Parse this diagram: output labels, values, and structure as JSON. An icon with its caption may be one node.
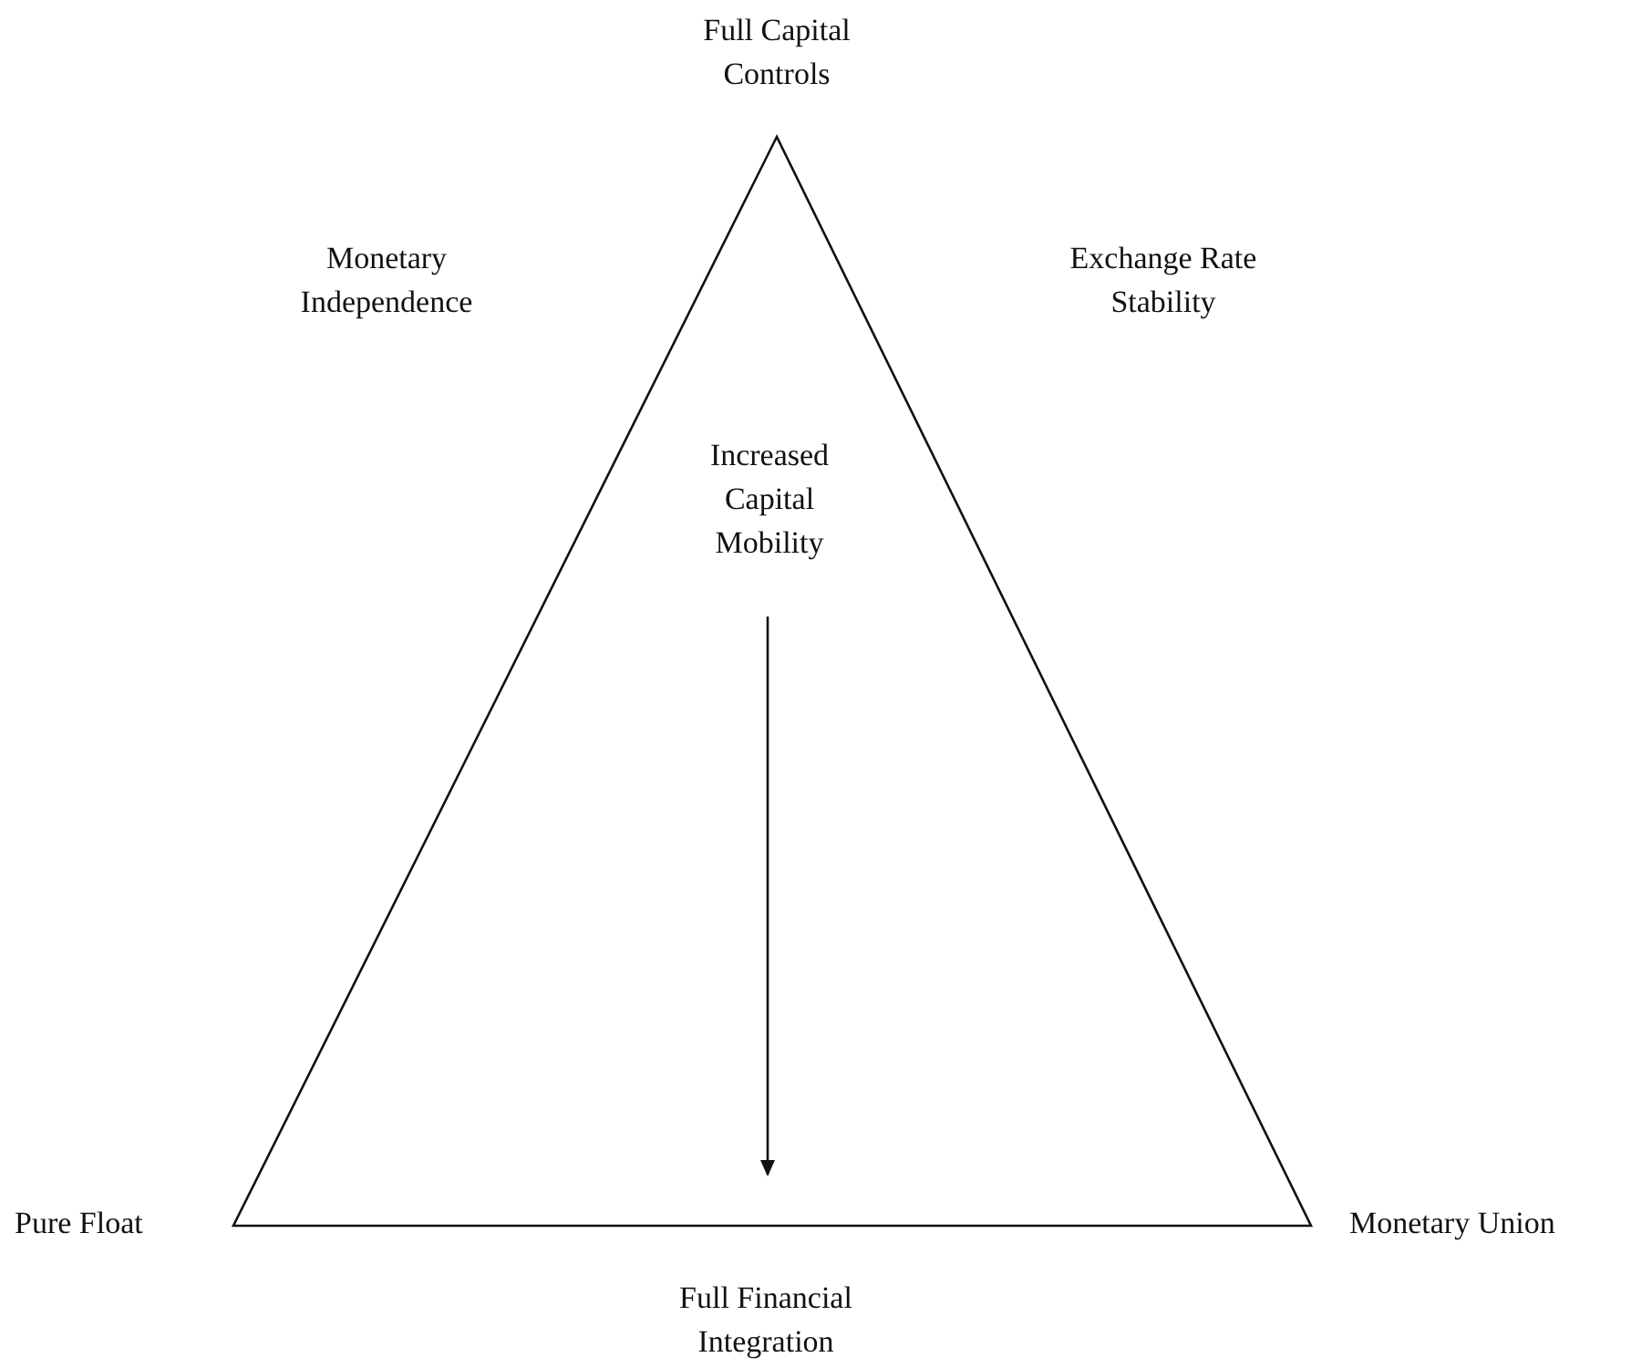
{
  "diagram": {
    "labels": [
      "Full Capital Controls",
      "Monetary Independence",
      "Exchange Rate Stability",
      "Increased Capital Mobility",
      "Pure Float",
      "Monetary Union",
      "Full Financial Integration"
    ]
  }
}
